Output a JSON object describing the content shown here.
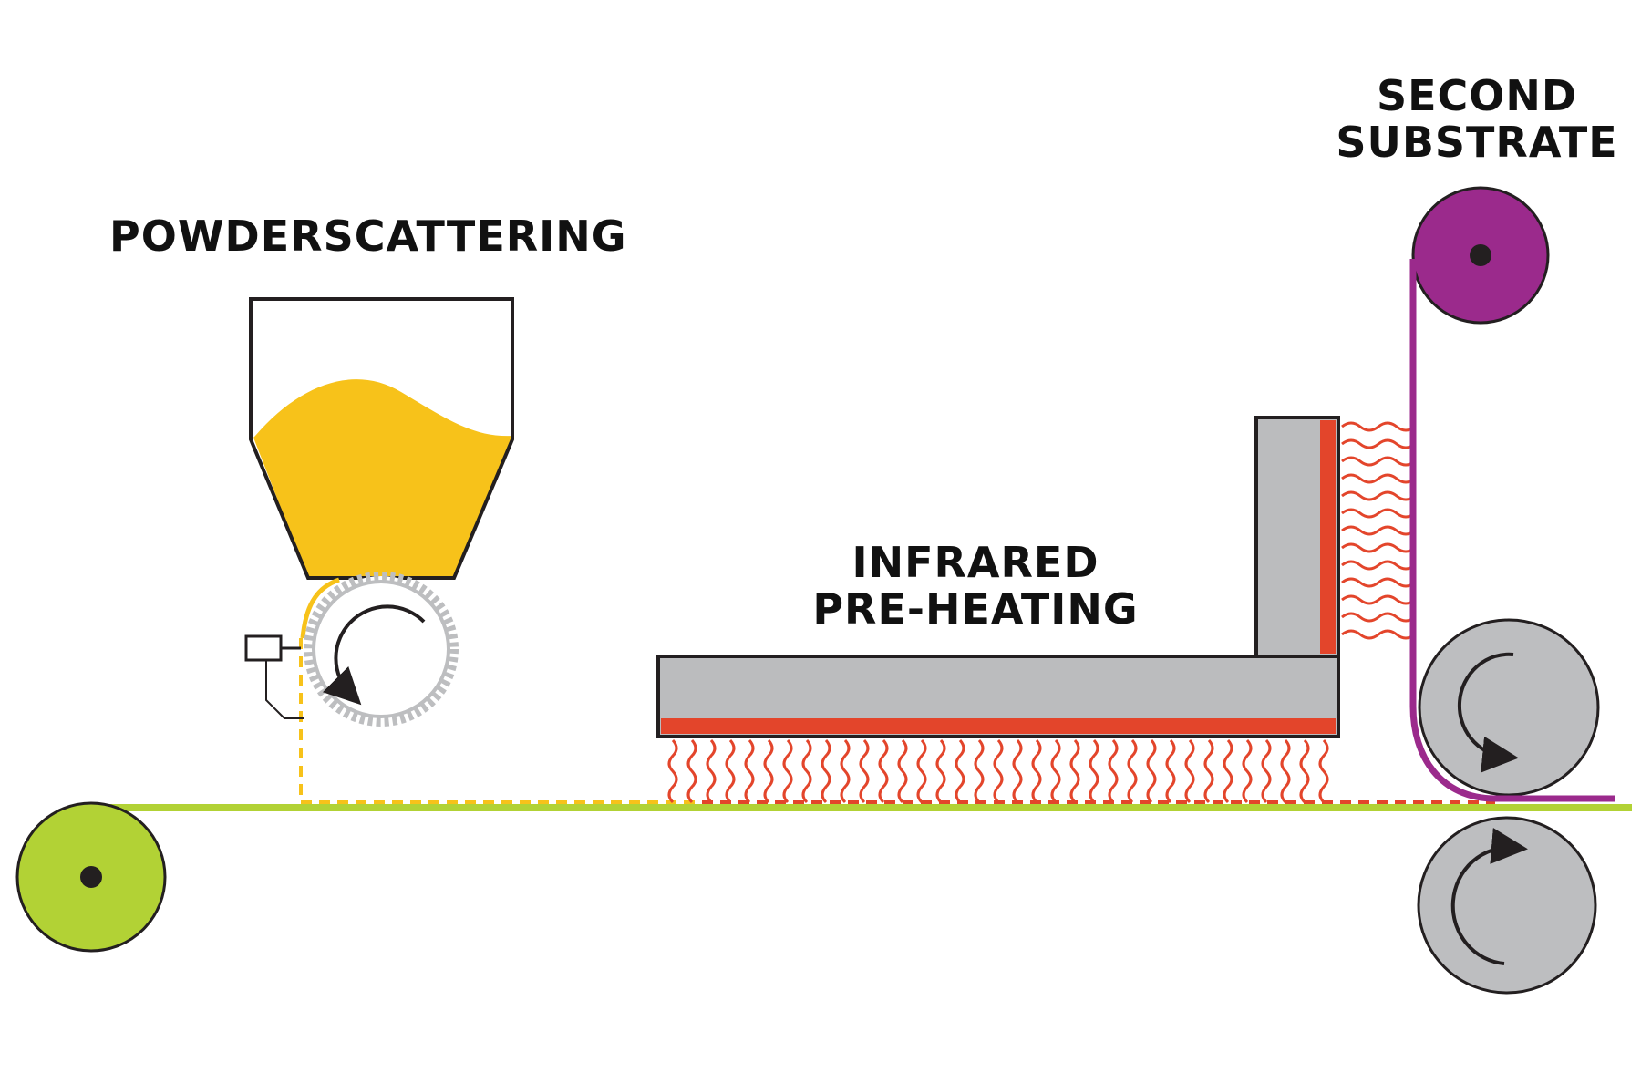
{
  "labels": {
    "powder_scattering": "POWDERSCATTERING",
    "infrared_line1": "INFRARED",
    "infrared_line2": "PRE-HEATING",
    "second_line1": "SECOND",
    "second_line2": "SUBSTRATE"
  },
  "colors": {
    "powder": "#F7C21A",
    "substrate": "#B2D235",
    "second_substrate": "#9B2A8C",
    "heater": "#BBBCBE",
    "heat_element": "#E3452B",
    "outline": "#231F20",
    "roller": "#BDBEC0"
  },
  "icons": [
    "rotation-arrow-icon",
    "heat-wave-icon"
  ]
}
